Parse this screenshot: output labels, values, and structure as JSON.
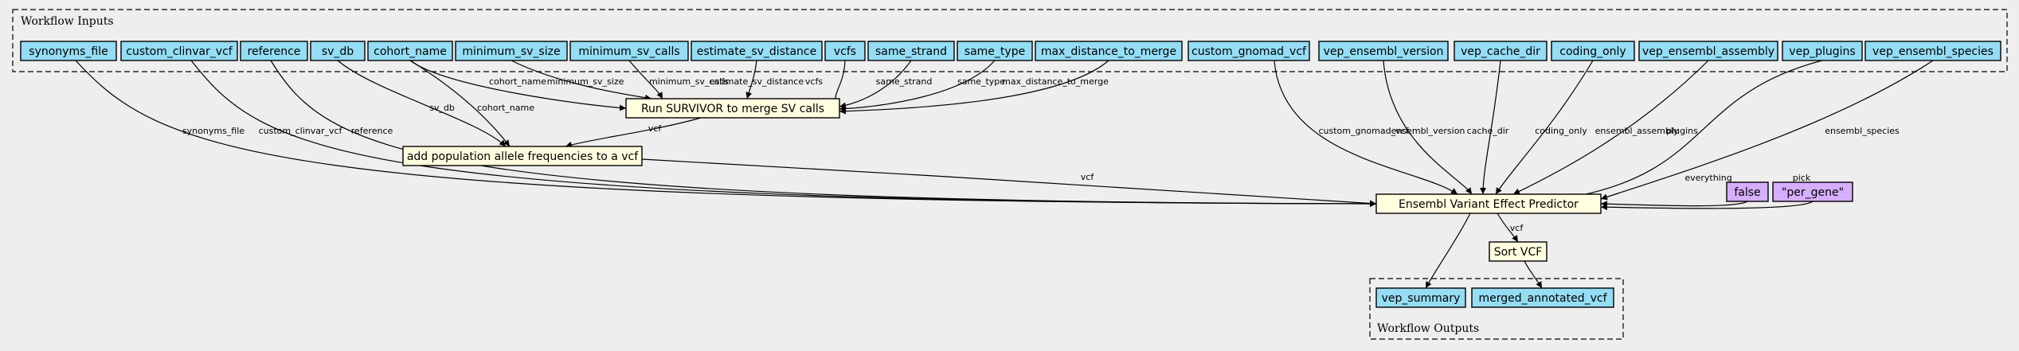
{
  "clusters": {
    "inputs_title": "Workflow Inputs",
    "outputs_title": "Workflow Outputs"
  },
  "colors": {
    "input": "#94ddf4",
    "step": "#ffffe0",
    "default_value": "#d5aefc",
    "background": "#eeeeee",
    "stroke": "#000000"
  },
  "inputs": [
    {
      "id": "synonyms_file",
      "label": "synonyms_file"
    },
    {
      "id": "custom_clinvar_vcf",
      "label": "custom_clinvar_vcf"
    },
    {
      "id": "reference",
      "label": "reference"
    },
    {
      "id": "sv_db",
      "label": "sv_db"
    },
    {
      "id": "cohort_name",
      "label": "cohort_name"
    },
    {
      "id": "minimum_sv_size",
      "label": "minimum_sv_size"
    },
    {
      "id": "minimum_sv_calls",
      "label": "minimum_sv_calls"
    },
    {
      "id": "estimate_sv_distance",
      "label": "estimate_sv_distance"
    },
    {
      "id": "vcfs",
      "label": "vcfs"
    },
    {
      "id": "same_strand",
      "label": "same_strand"
    },
    {
      "id": "same_type",
      "label": "same_type"
    },
    {
      "id": "max_distance_to_merge",
      "label": "max_distance_to_merge"
    },
    {
      "id": "custom_gnomad_vcf",
      "label": "custom_gnomad_vcf"
    },
    {
      "id": "vep_ensembl_version",
      "label": "vep_ensembl_version"
    },
    {
      "id": "vep_cache_dir",
      "label": "vep_cache_dir"
    },
    {
      "id": "coding_only",
      "label": "coding_only"
    },
    {
      "id": "vep_ensembl_assembly",
      "label": "vep_ensembl_assembly"
    },
    {
      "id": "vep_plugins",
      "label": "vep_plugins"
    },
    {
      "id": "vep_ensembl_species",
      "label": "vep_ensembl_species"
    }
  ],
  "steps": [
    {
      "id": "survivor",
      "label": "Run SURVIVOR to merge SV calls"
    },
    {
      "id": "add_pop",
      "label": "add population allele frequencies to a vcf"
    },
    {
      "id": "vep",
      "label": "Ensembl Variant Effect Predictor"
    },
    {
      "id": "sort_vcf",
      "label": "Sort VCF"
    }
  ],
  "defaults": [
    {
      "id": "false_default",
      "label": "false"
    },
    {
      "id": "per_gene_default",
      "label": "\"per_gene\""
    }
  ],
  "outputs": [
    {
      "id": "vep_summary",
      "label": "vep_summary"
    },
    {
      "id": "merged_annotated_vcf",
      "label": "merged_annotated_vcf"
    }
  ],
  "edges": [
    {
      "from": "cohort_name",
      "to": "survivor",
      "label": "cohort_name"
    },
    {
      "from": "minimum_sv_size",
      "to": "survivor",
      "label": "minimum_sv_size"
    },
    {
      "from": "minimum_sv_calls",
      "to": "survivor",
      "label": "minimum_sv_calls"
    },
    {
      "from": "estimate_sv_distance",
      "to": "survivor",
      "label": "estimate_sv_distance"
    },
    {
      "from": "vcfs",
      "to": "survivor",
      "label": "vcfs"
    },
    {
      "from": "same_strand",
      "to": "survivor",
      "label": "same_strand"
    },
    {
      "from": "same_type",
      "to": "survivor",
      "label": "same_type"
    },
    {
      "from": "max_distance_to_merge",
      "to": "survivor",
      "label": "max_distance_to_merge"
    },
    {
      "from": "sv_db",
      "to": "add_pop",
      "label": "sv_db"
    },
    {
      "from": "cohort_name",
      "to": "add_pop",
      "label": "cohort_name"
    },
    {
      "from": "survivor",
      "to": "add_pop",
      "label": "vcf"
    },
    {
      "from": "synonyms_file",
      "to": "vep",
      "label": "synonyms_file"
    },
    {
      "from": "custom_clinvar_vcf",
      "to": "vep",
      "label": "custom_clinvar_vcf"
    },
    {
      "from": "reference",
      "to": "vep",
      "label": "reference"
    },
    {
      "from": "add_pop",
      "to": "vep",
      "label": "vcf"
    },
    {
      "from": "custom_gnomad_vcf",
      "to": "vep",
      "label": "custom_gnomad_vcf"
    },
    {
      "from": "vep_ensembl_version",
      "to": "vep",
      "label": "ensembl_version"
    },
    {
      "from": "vep_cache_dir",
      "to": "vep",
      "label": "cache_dir"
    },
    {
      "from": "coding_only",
      "to": "vep",
      "label": "coding_only"
    },
    {
      "from": "vep_ensembl_assembly",
      "to": "vep",
      "label": "ensembl_assembly"
    },
    {
      "from": "vep_plugins",
      "to": "vep",
      "label": "plugins"
    },
    {
      "from": "vep_ensembl_species",
      "to": "vep",
      "label": "ensembl_species"
    },
    {
      "from": "false_default",
      "to": "vep",
      "label": "everything"
    },
    {
      "from": "per_gene_default",
      "to": "vep",
      "label": "pick"
    },
    {
      "from": "vep",
      "to": "sort_vcf",
      "label": "vcf"
    },
    {
      "from": "vep",
      "to": "vep_summary",
      "label": ""
    },
    {
      "from": "sort_vcf",
      "to": "merged_annotated_vcf",
      "label": ""
    }
  ]
}
